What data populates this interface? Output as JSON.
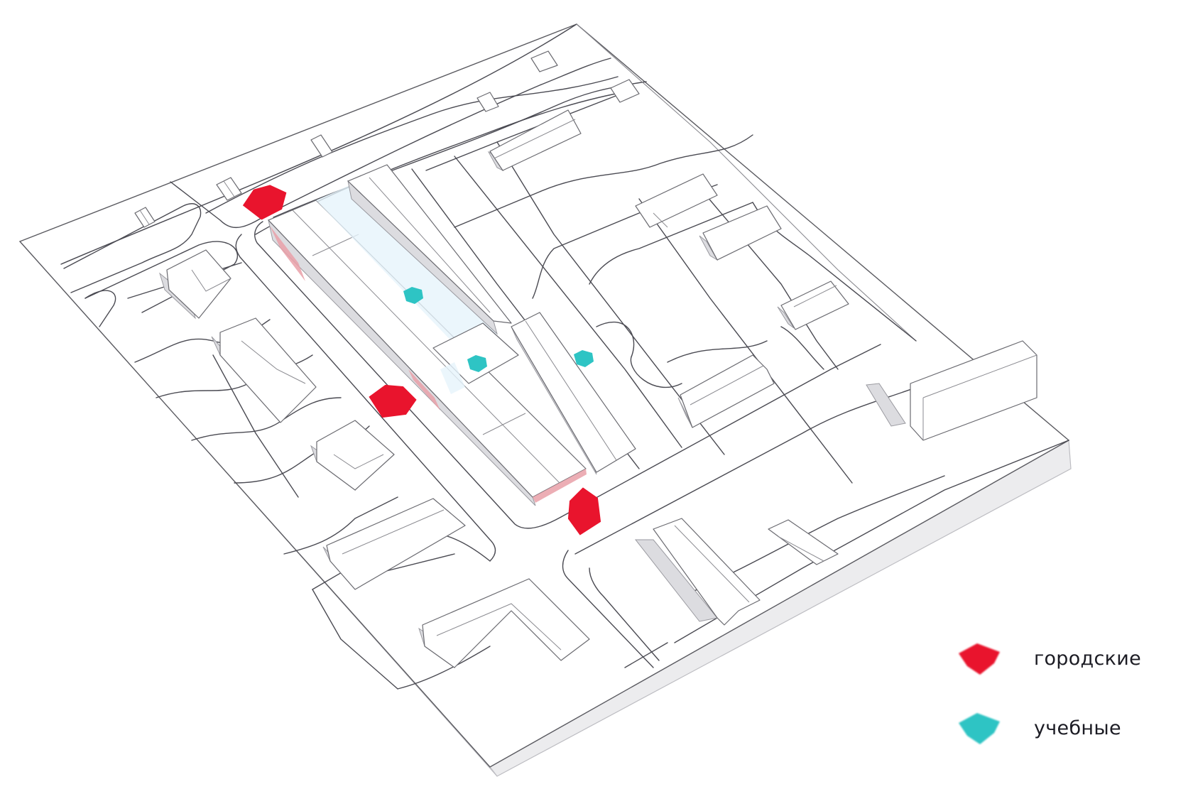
{
  "diagram": {
    "type": "isometric-site-plan",
    "colors": {
      "city_entrance": "#e9142d",
      "educational_entrance": "#2ec4c4",
      "line": "#4a4a52",
      "slab_side": "#ececee",
      "background": "#ffffff"
    },
    "entrances": [
      {
        "id": "north-entrance",
        "category": "city"
      },
      {
        "id": "west-entrance",
        "category": "city"
      },
      {
        "id": "south-entrance",
        "category": "city"
      },
      {
        "id": "inner-entrance-1",
        "category": "educational"
      },
      {
        "id": "inner-entrance-2",
        "category": "educational"
      },
      {
        "id": "inner-entrance-3",
        "category": "educational"
      }
    ]
  },
  "legend": {
    "items": [
      {
        "key": "city",
        "label": "городские",
        "icon": "red-arrow-icon",
        "color": "#e9142d"
      },
      {
        "key": "educational",
        "label": "учебные",
        "icon": "teal-arrow-icon",
        "color": "#2ec4c4"
      }
    ]
  }
}
